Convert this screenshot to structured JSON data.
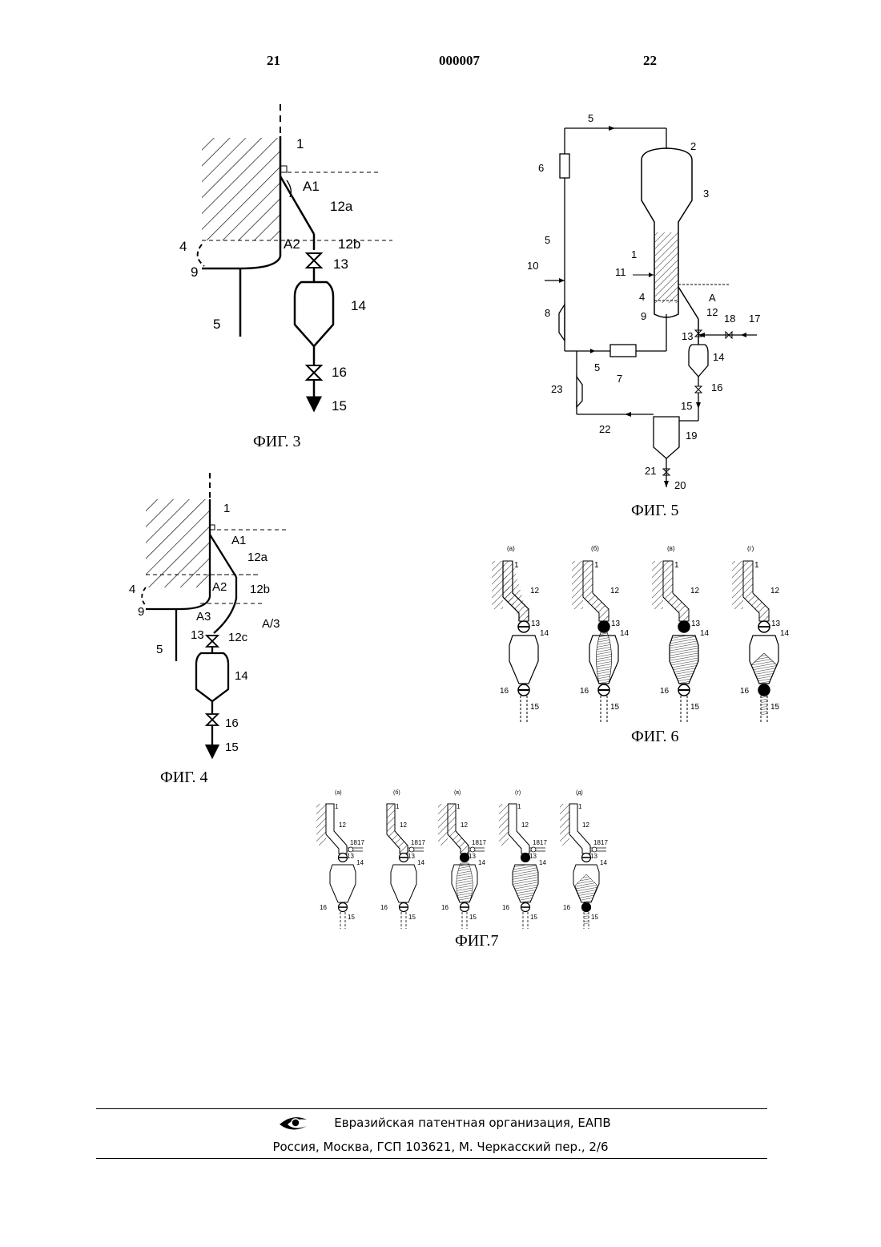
{
  "header": {
    "page_left": "21",
    "doc_number": "000007",
    "page_right": "22"
  },
  "figures": {
    "fig3": {
      "caption": "ФИГ. 3",
      "labels": [
        "1",
        "A1",
        "12a",
        "A2",
        "12b",
        "13",
        "14",
        "4",
        "9",
        "5",
        "16",
        "15"
      ]
    },
    "fig4": {
      "caption": "ФИГ. 4",
      "labels": [
        "1",
        "A1",
        "12a",
        "A2",
        "12b",
        "4",
        "9",
        "A3",
        "A/3",
        "13",
        "12c",
        "5",
        "14",
        "16",
        "15"
      ]
    },
    "fig5": {
      "caption": "ФИГ. 5",
      "labels": [
        "5",
        "2",
        "6",
        "3",
        "5",
        "10",
        "11",
        "1",
        "4",
        "8",
        "9",
        "A",
        "12",
        "18",
        "17",
        "13",
        "14",
        "5",
        "7",
        "23",
        "15",
        "16",
        "22",
        "19",
        "21",
        "20"
      ]
    },
    "fig6": {
      "caption": "ФИГ. 6",
      "panels": [
        "(а)",
        "(б)",
        "(в)",
        "(г)"
      ]
    },
    "fig7": {
      "caption": "ФИГ.7",
      "panels": [
        "(а)",
        "(б)",
        "(в)",
        "(г)",
        "(д)"
      ]
    }
  },
  "footer": {
    "org": "Евразийская патентная организация, ЕАПВ",
    "address": "Россия, Москва, ГСП 103621, М. Черкасский пер., 2/6"
  }
}
